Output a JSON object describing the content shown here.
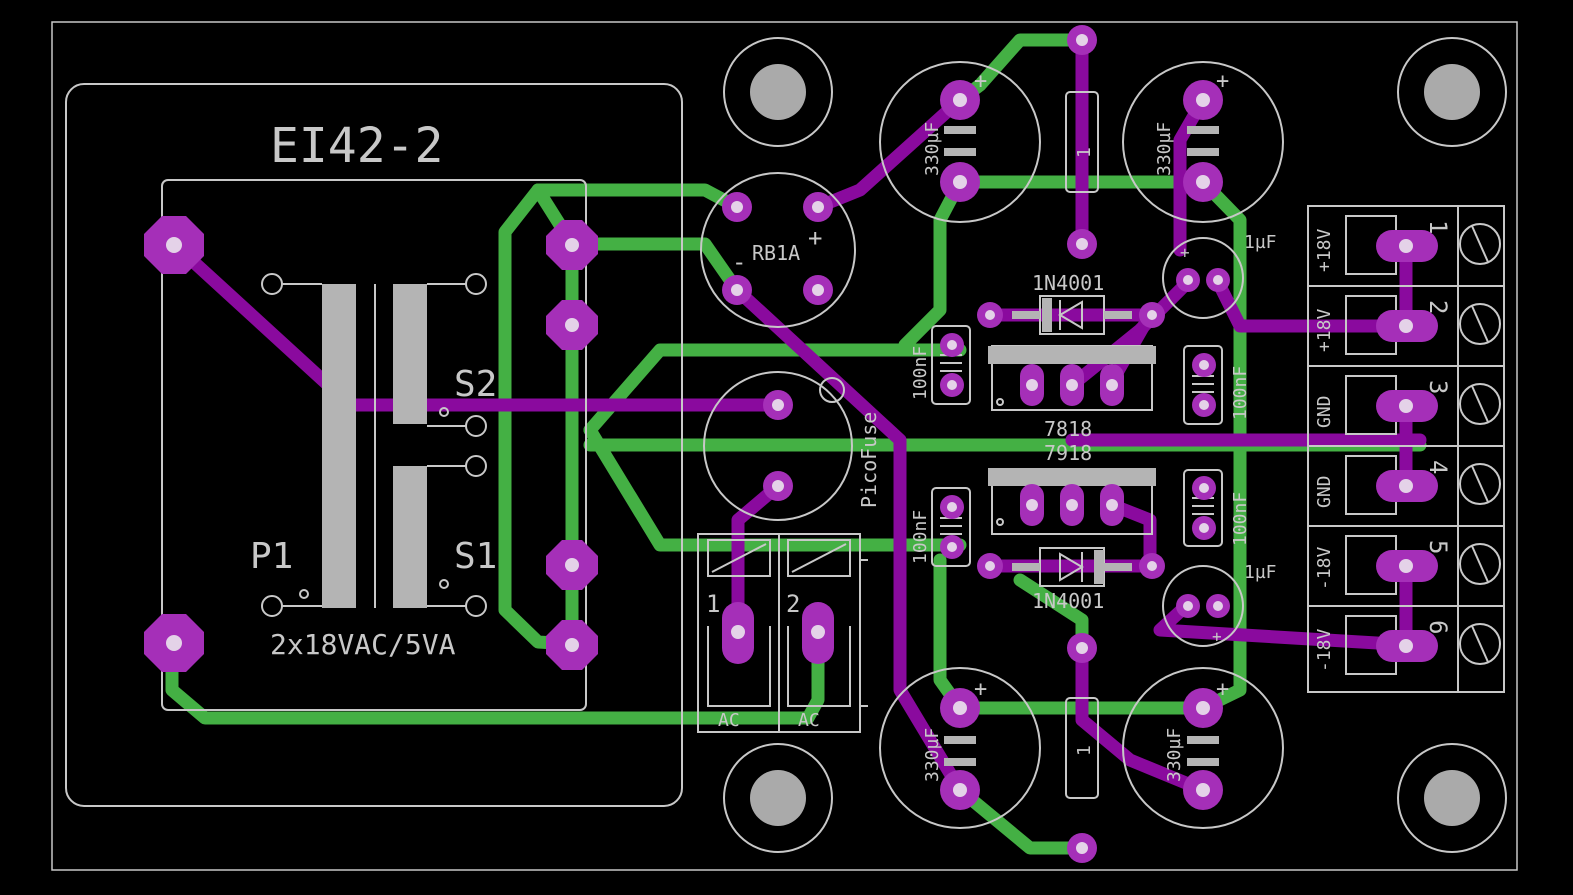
{
  "transformer": {
    "name": "EI42-2",
    "rating": "2x18VAC/5VA",
    "primary": "P1",
    "sec2": "S2",
    "sec1": "S1"
  },
  "rectifier": {
    "name": "RB1A",
    "plus": "+",
    "minus": "-"
  },
  "fuse": {
    "name": "PicoFuse"
  },
  "ac_input": {
    "pin1": "1",
    "pin2": "2",
    "label1": "AC",
    "label2": "AC"
  },
  "capacitors": {
    "bulk": "330µF",
    "film": "100nF",
    "tantal": "1µF",
    "plus": "+"
  },
  "diodes": {
    "name": "1N4001"
  },
  "regulators": {
    "pos": "7818",
    "neg": "7918"
  },
  "bridges": {
    "jumper": "1"
  },
  "output": {
    "pins": [
      "1",
      "2",
      "3",
      "4",
      "5",
      "6"
    ],
    "labels": [
      "+18V",
      "+18V",
      "GND",
      "GND",
      "-18V",
      "-18V"
    ]
  }
}
